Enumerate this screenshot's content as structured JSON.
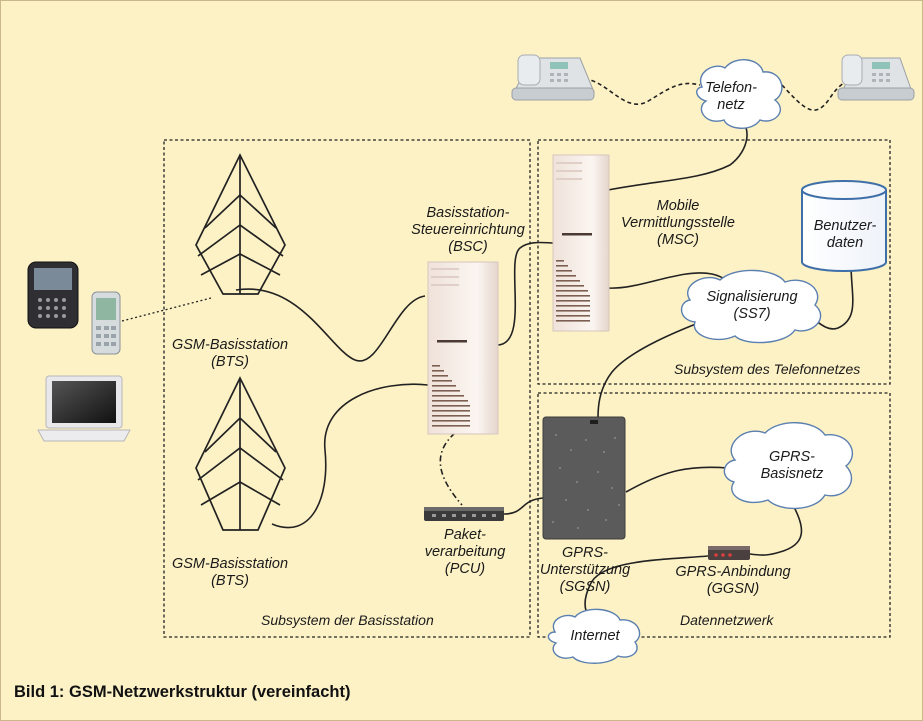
{
  "caption": "Bild 1: GSM-Netzwerkstruktur (vereinfacht)",
  "labels": {
    "telefonnetz": "Telefon-\nnetz",
    "bsc": "Basisstation-\nSteuereinrichtung\n(BSC)",
    "msc": "Mobile\nVermittlungsstelle\n(MSC)",
    "benutzerdaten": "Benutzer-\ndaten",
    "signalisierung": "Signalisierung\n(SS7)",
    "bts_top": "GSM-Basisstation\n(BTS)",
    "bts_bottom": "GSM-Basisstation\n(BTS)",
    "pcu": "Paket-\nverarbeitung\n(PCU)",
    "sgsn": "GPRS-\nUnterstützung\n(SGSN)",
    "gprs_basisnetz": "GPRS-\nBasisnetz",
    "ggsn": "GPRS-Anbindung\n(GGSN)",
    "internet": "Internet"
  },
  "subsystems": {
    "telefon": "Subsystem des Telefonnetzes",
    "basis": "Subsystem der Basisstation",
    "daten": "Datennetzwerk"
  },
  "colors": {
    "background": "#fdf2c6",
    "cloud_fill": "#ffffff",
    "cloud_stroke": "#5a7fb0",
    "cylinder_stroke": "#3f6fa8",
    "server_fill": "#f6ece6",
    "sgsn_fill": "#5b5b5b"
  }
}
